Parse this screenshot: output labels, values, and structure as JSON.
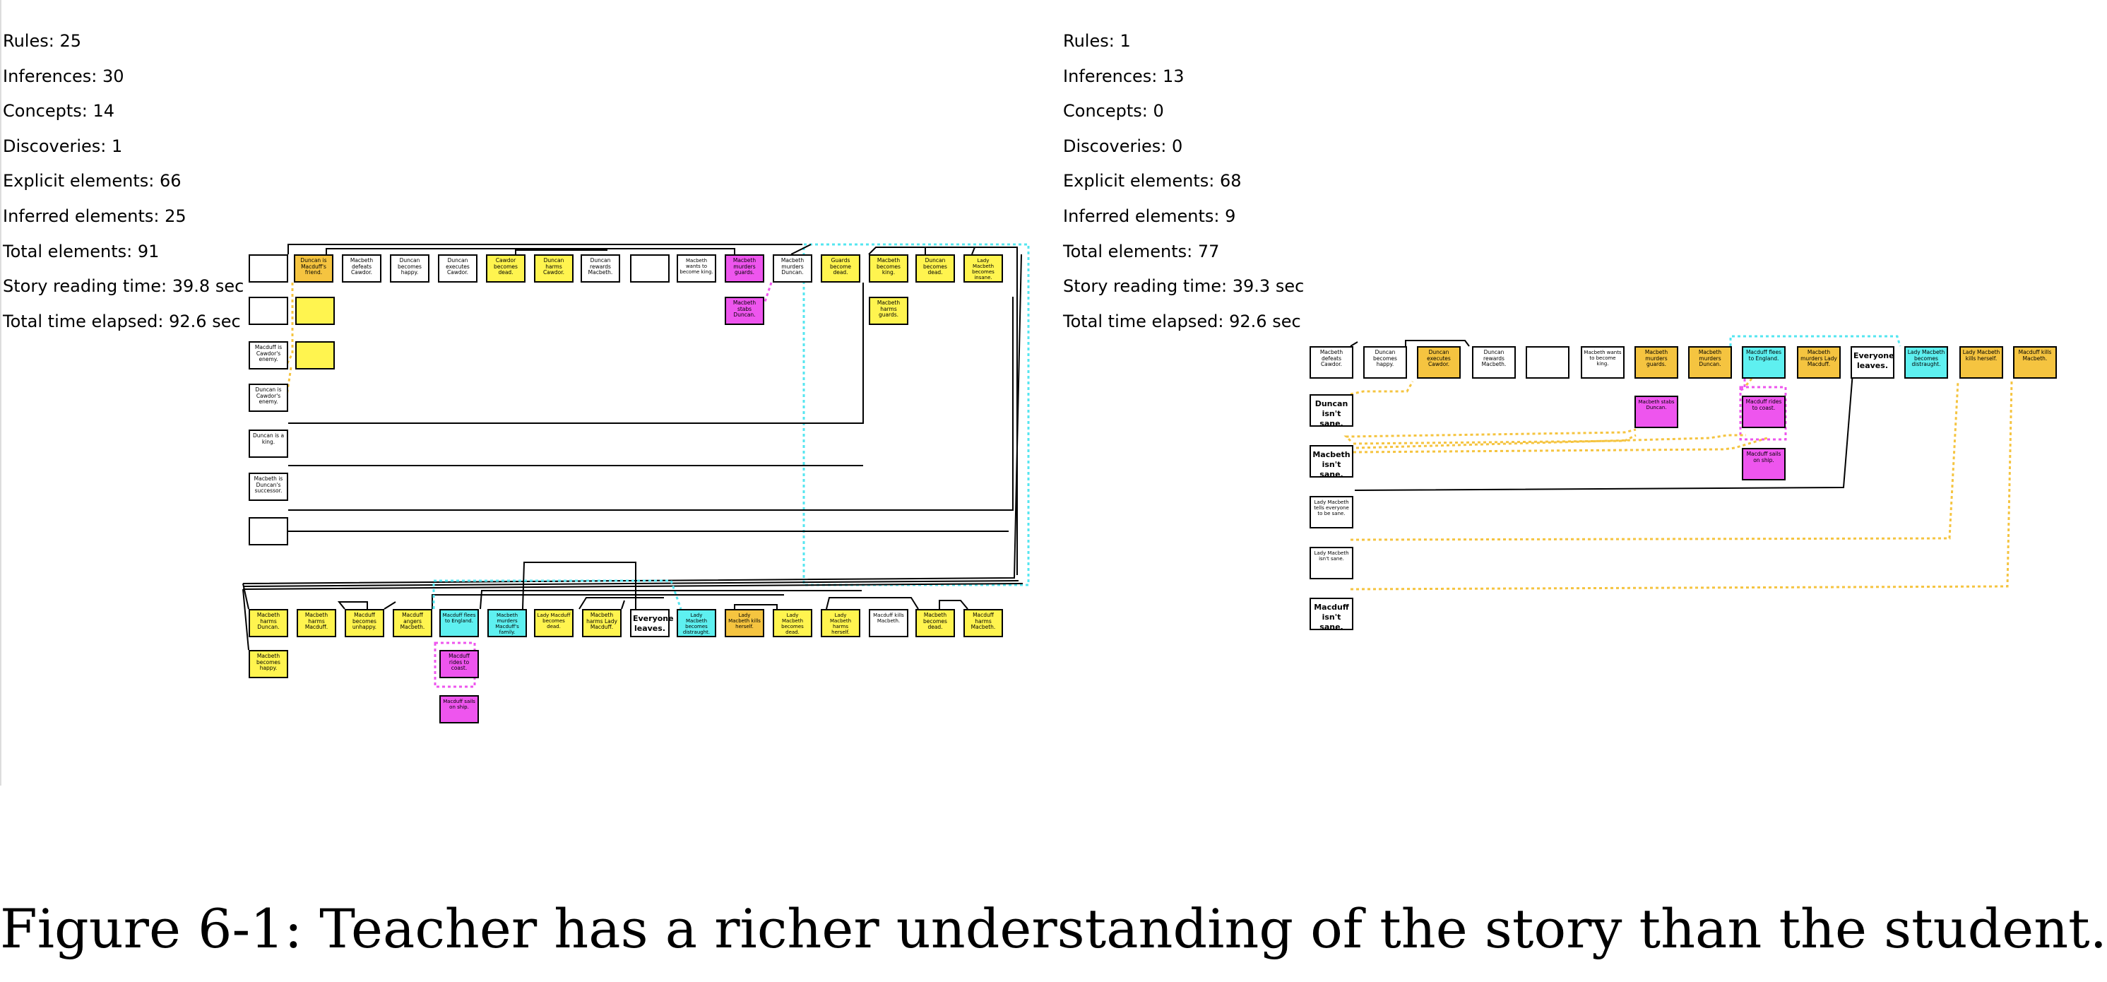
{
  "teacher": {
    "stats": [
      "Rules: 25",
      "Inferences: 30",
      "Concepts: 14",
      "Discoveries: 1",
      "Explicit elements: 66",
      "Inferred elements: 25",
      "Total elements: 91",
      "Story reading time: 39.8 sec",
      "Total time elapsed: 92.6 sec"
    ],
    "boxes": [
      {
        "t": "",
        "c": "w"
      },
      {
        "t": "Duncan is Macduff's friend.",
        "c": "o"
      },
      {
        "t": "Macbeth defeats Cawdor.",
        "c": "w"
      },
      {
        "t": "Duncan becomes happy.",
        "c": "w"
      },
      {
        "t": "Duncan executes Cawdor.",
        "c": "w"
      },
      {
        "t": "Cawdor becomes dead.",
        "c": "y"
      },
      {
        "t": "Duncan harms Cawdor.",
        "c": "y"
      },
      {
        "t": "Duncan rewards Macbeth.",
        "c": "w"
      },
      {
        "t": "",
        "c": "w"
      },
      {
        "t": "Macbeth wants to become king.",
        "c": "w"
      },
      {
        "t": "Macbeth murders guards.",
        "c": "m"
      },
      {
        "t": "Macbeth murders Duncan.",
        "c": "w"
      },
      {
        "t": "Guards become dead.",
        "c": "y"
      },
      {
        "t": "Macbeth becomes king.",
        "c": "y"
      },
      {
        "t": "Duncan becomes dead.",
        "c": "y"
      },
      {
        "t": "Lady Macbeth becomes insane.",
        "c": "y"
      },
      {
        "t": "",
        "c": "w"
      },
      {
        "t": "",
        "c": "y"
      },
      {
        "t": "Macbeth stabs Duncan.",
        "c": "m"
      },
      {
        "t": "Macbeth harms guards.",
        "c": "y"
      },
      {
        "t": "Macduff is Cawdor's enemy.",
        "c": "w"
      },
      {
        "t": "",
        "c": "y"
      },
      {
        "t": "Duncan is Cawdor's enemy.",
        "c": "w"
      },
      {
        "t": "Duncan is a king.",
        "c": "w"
      },
      {
        "t": "Macbeth is Duncan's successor.",
        "c": "w"
      },
      {
        "t": "",
        "c": "w"
      },
      {
        "t": "Macbeth harms Duncan.",
        "c": "y"
      },
      {
        "t": "Macbeth harms Macduff.",
        "c": "y"
      },
      {
        "t": "Macduff becomes unhappy.",
        "c": "y"
      },
      {
        "t": "Macduff angers Macbeth.",
        "c": "y"
      },
      {
        "t": "Macduff flees to England.",
        "c": "c"
      },
      {
        "t": "Macbeth murders Macduff's family.",
        "c": "c"
      },
      {
        "t": "Lady Macduff becomes dead.",
        "c": "y"
      },
      {
        "t": "Macbeth harms Lady Macduff.",
        "c": "y"
      },
      {
        "t": "Everyone leaves.",
        "c": "w"
      },
      {
        "t": "Lady Macbeth becomes distraught.",
        "c": "c"
      },
      {
        "t": "Lady Macbeth kills herself.",
        "c": "o"
      },
      {
        "t": "Lady Macbeth becomes dead.",
        "c": "y"
      },
      {
        "t": "Lady Macbeth harms herself.",
        "c": "y"
      },
      {
        "t": "Macduff kills Macbeth.",
        "c": "w"
      },
      {
        "t": "Macbeth becomes dead.",
        "c": "y"
      },
      {
        "t": "Macduff harms Macbeth.",
        "c": "y"
      },
      {
        "t": "Macbeth becomes happy.",
        "c": "y"
      },
      {
        "t": "Macduff rides to coast.",
        "c": "m"
      },
      {
        "t": "Macduff sails on ship.",
        "c": "m"
      }
    ]
  },
  "student": {
    "stats": [
      "Rules: 1",
      "Inferences: 13",
      "Concepts: 0",
      "Discoveries: 0",
      "Explicit elements: 68",
      "Inferred elements: 9",
      "Total elements: 77",
      "Story reading time: 39.3 sec",
      "Total time elapsed: 92.6 sec"
    ],
    "boxes": [
      {
        "t": "Macbeth defeats Cawdor.",
        "c": "w"
      },
      {
        "t": "Duncan becomes happy.",
        "c": "w"
      },
      {
        "t": "Duncan executes Cawdor.",
        "c": "o"
      },
      {
        "t": "Duncan rewards Macbeth.",
        "c": "w"
      },
      {
        "t": "",
        "c": "w"
      },
      {
        "t": "Macbeth wants to become king.",
        "c": "w"
      },
      {
        "t": "Macbeth murders guards.",
        "c": "o"
      },
      {
        "t": "Macbeth murders Duncan.",
        "c": "o"
      },
      {
        "t": "Macduff flees to England.",
        "c": "c"
      },
      {
        "t": "Macbeth murders Lady Macduff.",
        "c": "o"
      },
      {
        "t": "Everyone leaves.",
        "c": "w"
      },
      {
        "t": "Lady Macbeth becomes distraught.",
        "c": "c"
      },
      {
        "t": "Lady Macbeth kills herself.",
        "c": "o"
      },
      {
        "t": "Macduff kills Macbeth.",
        "c": "o"
      },
      {
        "t": "Duncan isn't sane.",
        "c": "w"
      },
      {
        "t": "Macbeth isn't sane.",
        "c": "w"
      },
      {
        "t": "Lady Macbeth tells everyone to be sane.",
        "c": "w"
      },
      {
        "t": "Lady Macbeth isn't sane.",
        "c": "w"
      },
      {
        "t": "Macduff isn't sane.",
        "c": "w"
      },
      {
        "t": "Macbeth stabs Duncan.",
        "c": "m"
      },
      {
        "t": "Macduff rides to coast.",
        "c": "m"
      },
      {
        "t": "Macduff sails on ship.",
        "c": "m"
      }
    ]
  },
  "caption": "Figure 6-1: Teacher has a richer understanding of the story than the student."
}
